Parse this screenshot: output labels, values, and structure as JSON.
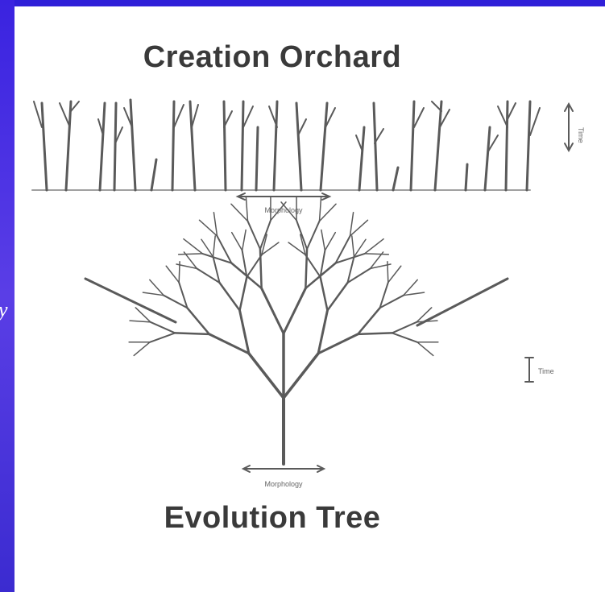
{
  "slide": {
    "edge_glyph": "y"
  },
  "orchard": {
    "title": "Creation Orchard",
    "time_label": "Time",
    "morphology_label": "Morphology"
  },
  "tree": {
    "title": "Evolution Tree",
    "time_label": "Time",
    "morphology_label": "Morphology"
  }
}
